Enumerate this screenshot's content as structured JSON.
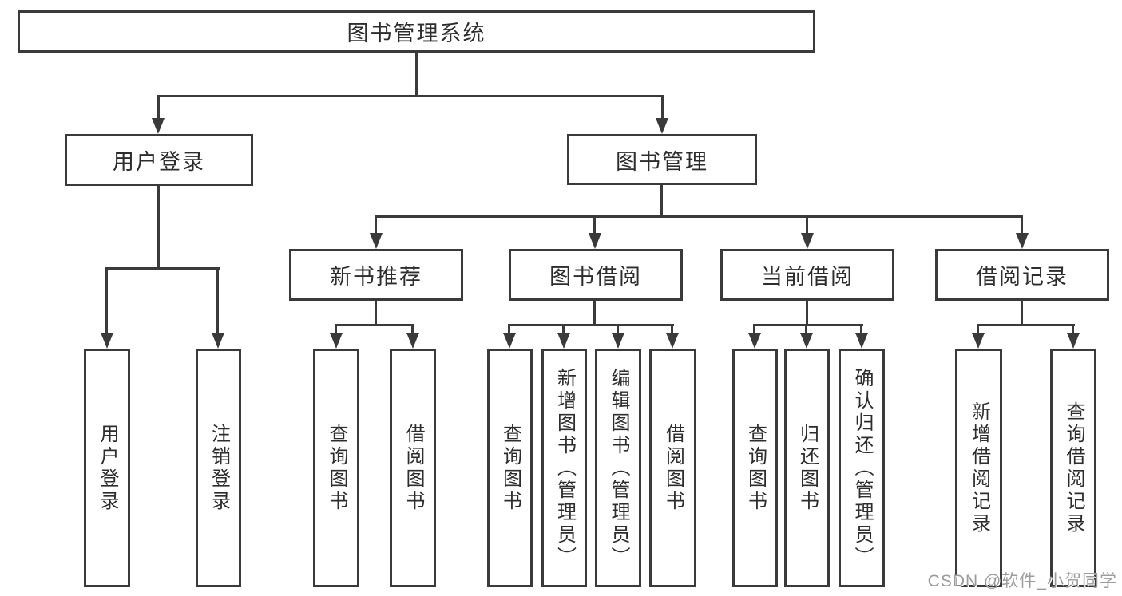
{
  "diagram": {
    "type": "hierarchy-tree",
    "title": "图书管理系统",
    "watermark": "CSDN @软件_小贺同学",
    "colors": {
      "line": "#3a3a3a",
      "box_border": "#3a3a3a",
      "box_fill": "#ffffff",
      "text": "#2d2d2d",
      "background": "#ffffff",
      "watermark": "#9c9c9c"
    },
    "nodes": {
      "root": {
        "label": "图书管理系统",
        "children": [
          "user_login",
          "book_mgmt"
        ]
      },
      "user_login": {
        "label": "用户登录",
        "children": [
          "leaf_user_login",
          "leaf_logout"
        ]
      },
      "book_mgmt": {
        "label": "图书管理",
        "children": [
          "new_book_rec",
          "book_borrow",
          "current_borrow",
          "borrow_records"
        ]
      },
      "new_book_rec": {
        "label": "新书推荐",
        "children": [
          "leaf_query_book_1",
          "leaf_borrow_book_1"
        ]
      },
      "book_borrow": {
        "label": "图书借阅",
        "children": [
          "leaf_query_book_2",
          "leaf_add_book",
          "leaf_edit_book",
          "leaf_borrow_book_2"
        ]
      },
      "current_borrow": {
        "label": "当前借阅",
        "children": [
          "leaf_query_book_3",
          "leaf_return_book",
          "leaf_confirm_return"
        ]
      },
      "borrow_records": {
        "label": "借阅记录",
        "children": [
          "leaf_add_record",
          "leaf_query_record"
        ]
      },
      "leaf_user_login": {
        "label": "用户登录"
      },
      "leaf_logout": {
        "label": "注销登录"
      },
      "leaf_query_book_1": {
        "label": "查询图书"
      },
      "leaf_borrow_book_1": {
        "label": "借阅图书"
      },
      "leaf_query_book_2": {
        "label": "查询图书"
      },
      "leaf_add_book": {
        "label": "新增图书（管理员）"
      },
      "leaf_edit_book": {
        "label": "编辑图书（管理员）"
      },
      "leaf_borrow_book_2": {
        "label": "借阅图书"
      },
      "leaf_query_book_3": {
        "label": "查询图书"
      },
      "leaf_return_book": {
        "label": "归还图书"
      },
      "leaf_confirm_return": {
        "label": "确认归还（管理员）"
      },
      "leaf_add_record": {
        "label": "新增借阅记录"
      },
      "leaf_query_record": {
        "label": "查询借阅记录"
      }
    }
  }
}
